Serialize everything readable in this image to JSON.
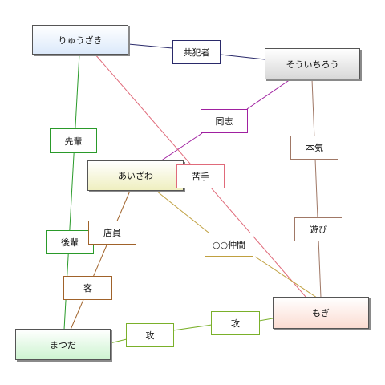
{
  "nodes": {
    "ryuzaki": {
      "label": "りゅうざき",
      "fill": "#dce9fa"
    },
    "soichiro": {
      "label": "そういちろう",
      "fill": "#d8d8d8"
    },
    "aizawa": {
      "label": "あいざわ",
      "fill": "#efefc0"
    },
    "mogi": {
      "label": "もぎ",
      "fill": "#fbdcd2"
    },
    "matsuda": {
      "label": "まつだ",
      "fill": "#cdf4d0"
    }
  },
  "edges": {
    "ryuzaki_soichiro": {
      "label": "共犯者",
      "color": "#2a2a6a"
    },
    "soichiro_aizawa": {
      "label": "同志",
      "color": "#a020a0"
    },
    "ryuzaki_matsuda_senpai": {
      "label": "先輩",
      "color": "#2a9a2a"
    },
    "matsuda_ryuzaki_kohai": {
      "label": "後輩",
      "color": "#2a9a2a"
    },
    "ryuzaki_mogi": {
      "label": "苦手",
      "color": "#e06a7a"
    },
    "soichiro_mogi_honki": {
      "label": "本気",
      "color": "#a07866"
    },
    "mogi_soichiro_asobi": {
      "label": "遊び",
      "color": "#a07866"
    },
    "aizawa_matsuda_tenin": {
      "label": "店員",
      "color": "#a0622a"
    },
    "matsuda_aizawa_kyaku": {
      "label": "客",
      "color": "#a0622a"
    },
    "aizawa_mogi": {
      "label": "○○仲間",
      "color": "#c0a040"
    },
    "matsuda_mogi_1": {
      "label": "攻",
      "color": "#7ab02a"
    },
    "matsuda_mogi_2": {
      "label": "攻",
      "color": "#7ab02a"
    }
  }
}
